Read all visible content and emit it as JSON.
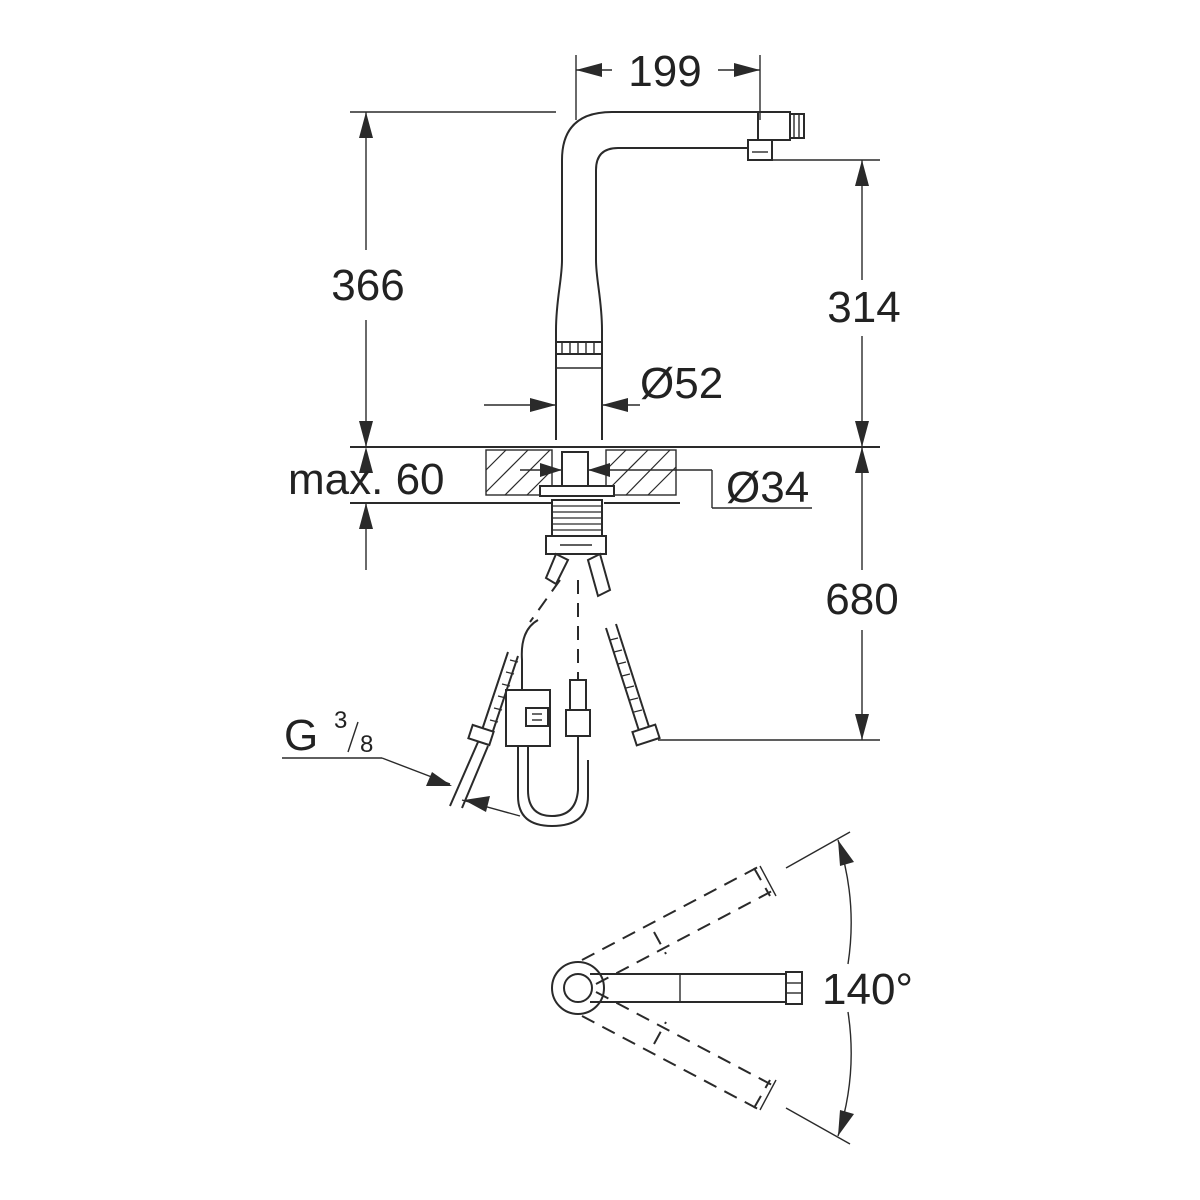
{
  "dimensions": {
    "spout_reach": "199",
    "total_height": "366",
    "spout_height": "314",
    "body_diameter": "Ø52",
    "max_deck_thickness": "max. 60",
    "hole_diameter": "Ø34",
    "hose_length": "680",
    "connection_thread_base": "G",
    "connection_thread_num": "3",
    "connection_thread_den": "8",
    "swivel_angle": "140°"
  }
}
